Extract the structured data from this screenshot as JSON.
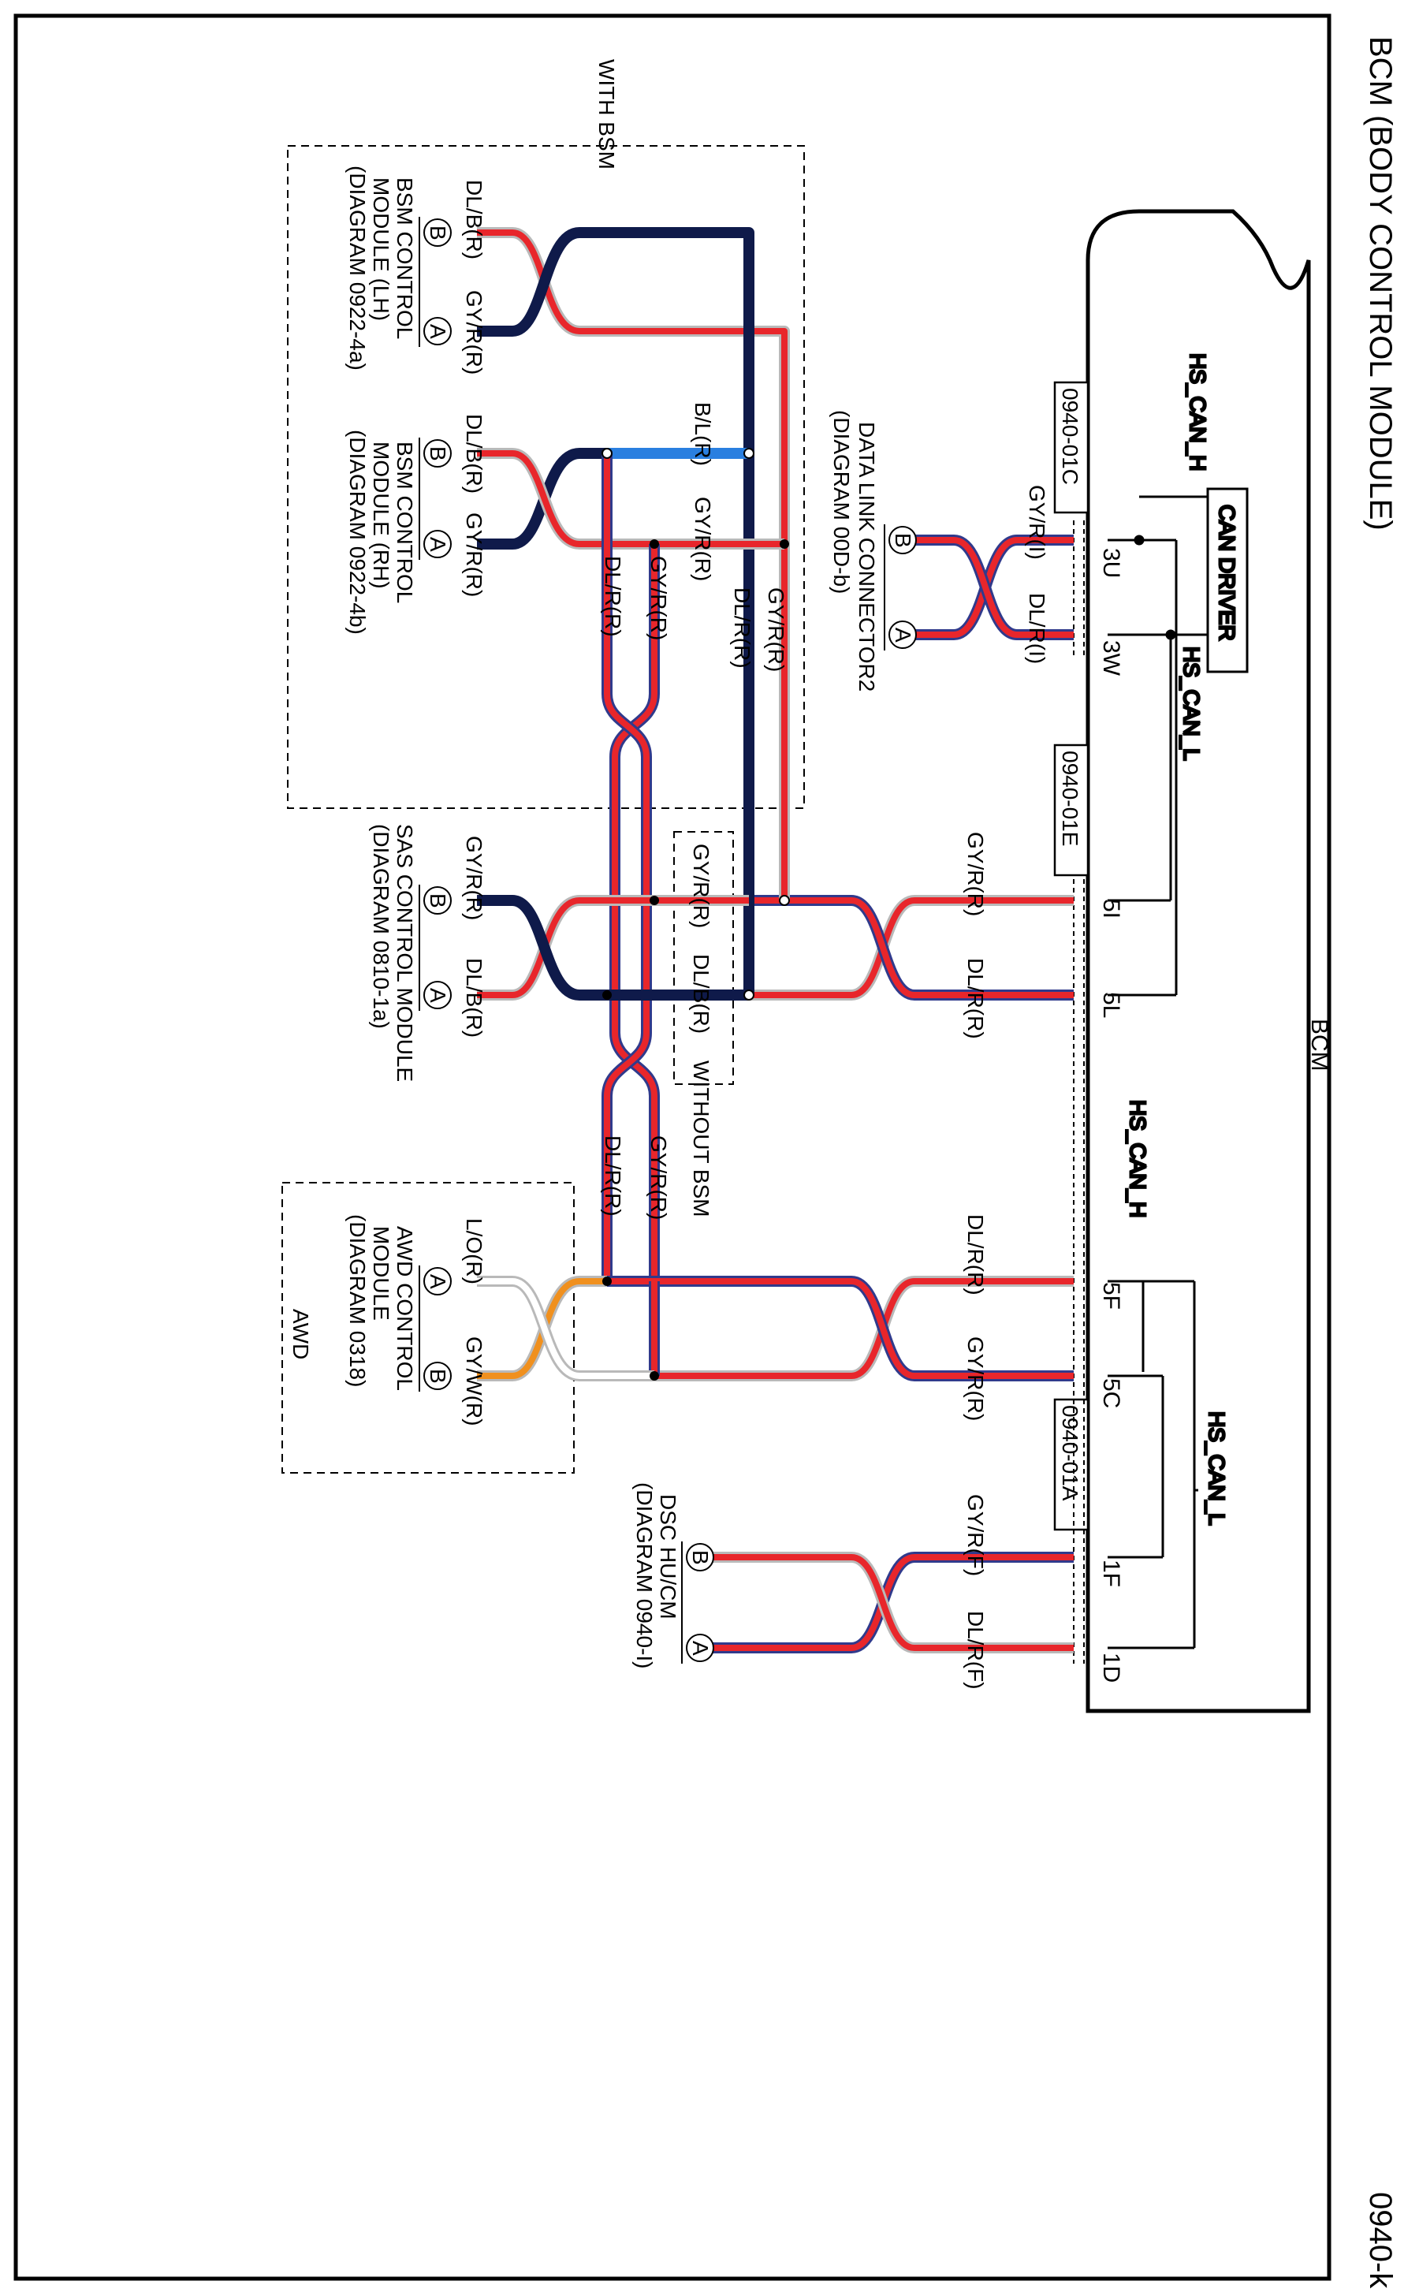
{
  "page": {
    "title": "BCM (BODY CONTROL MODULE)",
    "diagram_id": "0940-k"
  },
  "bcm": {
    "name": "BCM",
    "can_driver": "CAN DRIVER",
    "hs_can_h": "HS_CAN_H",
    "hs_can_l": "HS_CAN_L",
    "connectors": [
      "0940-01C",
      "0940-01E",
      "0940-01A"
    ],
    "pins": [
      "3U",
      "3W",
      "5I",
      "5L",
      "5F",
      "5C",
      "1F",
      "1D"
    ]
  },
  "wire_labels": {
    "dlc_gy": "GY/R(I)",
    "dlc_dl": "DL/R(I)",
    "e_gy": "GY/R(R)",
    "e_dl": "DL/R(R)",
    "a_dl": "DL/R(R)",
    "a_gy": "GY/R(R)",
    "dsc_gy": "GY/R(F)",
    "dsc_dl": "DL/R(F)",
    "bsm_bl": "B/L(R)",
    "bsm_gy": "GY/R(R)",
    "bus_gy": "GY/R(R)",
    "bus_dl": "DL/R(R)",
    "rh_gy": "GY/R(R)",
    "rh_dl": "DL/R(R)",
    "awd_gy": "GY/R(R)",
    "awd_dl": "DL/R(R)",
    "lh_dl": "DL/B(R)",
    "lh_gy": "GY/R(R)",
    "rh2_dl": "DL/B(R)",
    "rh2_gy": "GY/R(R)",
    "sas_gy": "GY/R(R)",
    "sas_dl": "DL/B(R)",
    "awd_lo": "L/O(R)",
    "awd_gyw": "GY/W(R)",
    "nobsm_gy": "GY/R(R)",
    "nobsm_dl": "DL/B(R)"
  },
  "components": {
    "dlc": {
      "line1": "DATA LINK CONNECTOR2",
      "line2": "(DIAGRAM  00D-b)"
    },
    "bsm_lh": {
      "line1": "BSM CONTROL",
      "line2": "MODULE (LH)",
      "line3": "(DIAGRAM  0922-4a)"
    },
    "bsm_rh": {
      "line1": "BSM CONTROL",
      "line2": "MODULE (RH)",
      "line3": "(DIAGRAM  0922-4b)"
    },
    "sas": {
      "line1": "SAS CONTROL MODULE",
      "line2": "(DIAGRAM  0810-1a)"
    },
    "awd": {
      "line1": "AWD CONTROL",
      "line2": "MODULE",
      "line3": "(DIAGRAM  0318)"
    },
    "dsc": {
      "line1": "DSC HU/CM",
      "line2": "(DIAGRAM  0940-I)"
    }
  },
  "options": {
    "with_bsm": "WITH BSM",
    "without_bsm": "WITHOUT BSM",
    "awd": "AWD"
  },
  "pin_letters": {
    "a": "A",
    "b": "B"
  },
  "colors": {
    "red": "#e8262b",
    "navy": "#0f1a4a",
    "blue": "#2a7fe0",
    "orange": "#f0901e",
    "grey": "#b9b9b9",
    "outline": "#303a8c"
  }
}
